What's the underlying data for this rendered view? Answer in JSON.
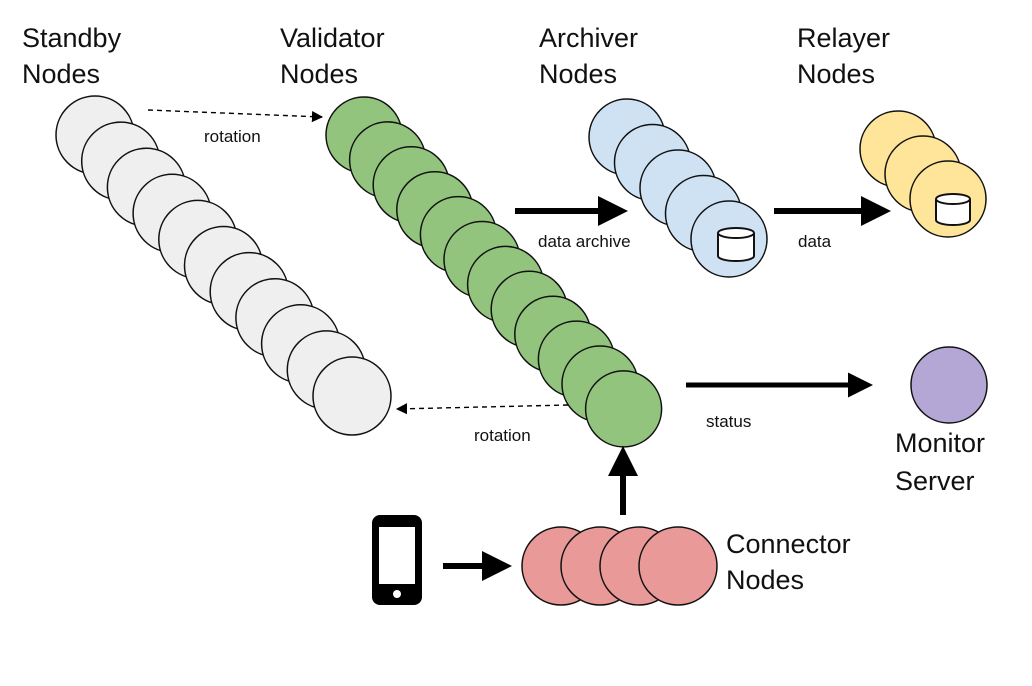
{
  "groups": {
    "standby": {
      "line1": "Standby",
      "line2": "Nodes",
      "fill": "#efefef",
      "stroke": "#111111",
      "count": 11
    },
    "validator": {
      "line1": "Validator",
      "line2": "Nodes",
      "fill": "#93c47d",
      "stroke": "#111111",
      "count": 12
    },
    "archiver": {
      "line1": "Archiver",
      "line2": "Nodes",
      "fill": "#cfe2f3",
      "stroke": "#111111",
      "count": 5
    },
    "relayer": {
      "line1": "Relayer",
      "line2": "Nodes",
      "fill": "#ffe599",
      "stroke": "#111111",
      "count": 3
    },
    "monitor": {
      "line1": "Monitor",
      "line2": "Server",
      "fill": "#b4a7d6",
      "stroke": "#111111",
      "count": 1
    },
    "connector": {
      "line1": "Connector",
      "line2": "Nodes",
      "fill": "#ea9999",
      "stroke": "#111111",
      "count": 4
    }
  },
  "edges": {
    "rotation_to_validator": "rotation",
    "rotation_to_standby": "rotation",
    "data_archive": "data archive",
    "data": "data",
    "status": "status"
  },
  "icons": {
    "storage": "database-icon",
    "client": "smartphone-icon"
  }
}
